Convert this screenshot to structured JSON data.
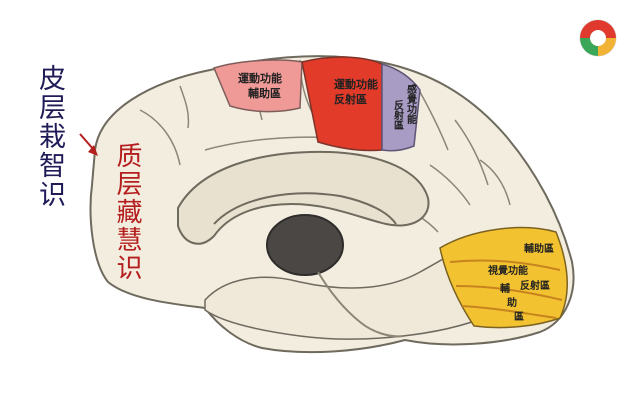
{
  "captions": {
    "left": "皮层栽智识",
    "inner": "质层藏慧识"
  },
  "labels": {
    "motor_assoc_l1": "運動功能",
    "motor_assoc_l2": "輔助區",
    "motor_proj_l1": "運動功能",
    "motor_proj_l2": "反射區",
    "sensory_col1": "感覺功能",
    "sensory_col2": "反射區",
    "occ_assoc1": "輔助區",
    "occ_vision": "視覺功能",
    "occ_proj": "反射區",
    "occ_assoc2_a": "輔",
    "occ_assoc2_b": "助",
    "occ_assoc2_c": "區"
  },
  "colors": {
    "background": "#ffffff",
    "cortex": "#f3ede0",
    "outline": "#6f6a5e",
    "motor_assoc": "#ef9a96",
    "motor_proj": "#e23b2a",
    "sensory": "#a89cc4",
    "visual": "#f2c230",
    "left_caption": "#1f1b57",
    "inner_caption": "#b41e1e"
  },
  "logo": {
    "name": "circular-logo"
  }
}
